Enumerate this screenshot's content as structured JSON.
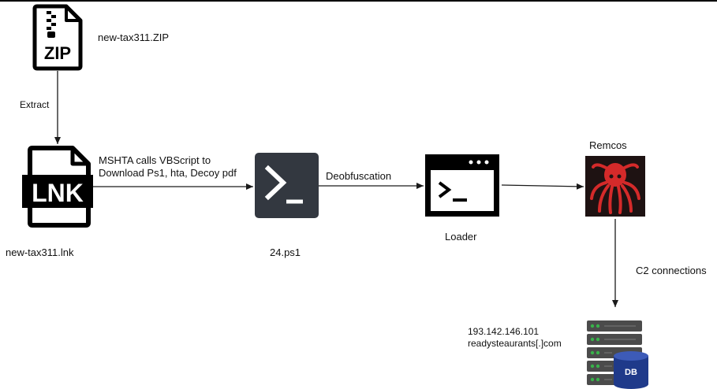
{
  "colors": {
    "line": "#1a1a1a",
    "icon_dark": "#000000",
    "ps_tile": "#333840",
    "remcos_bg": "#1e1212",
    "remcos_red": "#d42a2a",
    "server_body": "#4b4b4b",
    "server_led": "#38b24a",
    "db_blue": "#1f3a8a"
  },
  "icons": {
    "zip": "zip-file-icon",
    "lnk": "lnk-file-icon",
    "powershell": "powershell-icon",
    "loader": "terminal-window-icon",
    "remcos": "octopus-icon",
    "server": "server-database-icon"
  },
  "nodes": {
    "zip": {
      "icon_text": "ZIP",
      "label": "new-tax311.ZIP"
    },
    "lnk": {
      "icon_text": "LNK",
      "label": "new-tax311.lnk"
    },
    "ps1": {
      "label": "24.ps1"
    },
    "loader": {
      "label": "Loader"
    },
    "remcos": {
      "label": "Remcos"
    },
    "c2": {
      "ip": "193.142.146.101",
      "domain": "readysteaurants[.]com",
      "db_text": "DB"
    }
  },
  "edges": {
    "extract": "Extract",
    "mshta_line1": "MSHTA calls VBScript to",
    "mshta_line2": "Download Ps1, hta, Decoy pdf",
    "deobfuscation": "Deobfuscation",
    "c2_connections": "C2 connections"
  }
}
